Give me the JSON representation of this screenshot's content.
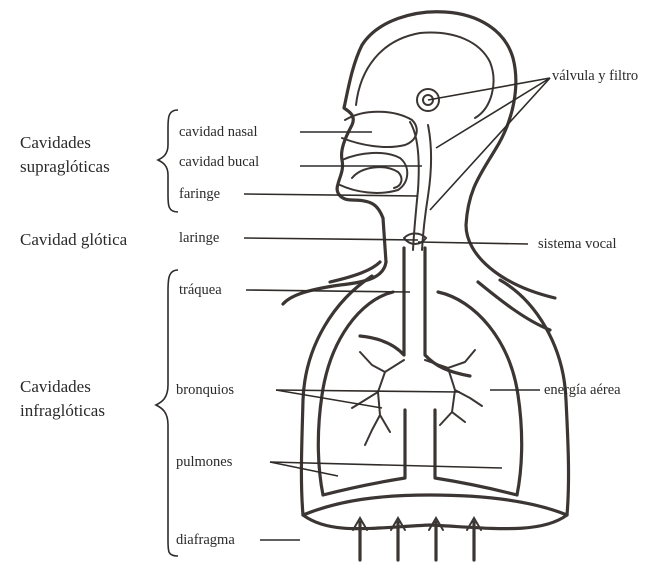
{
  "groups": {
    "supra_line1": "Cavidades",
    "supra_line2": "supraglóticas",
    "glotica": "Cavidad glótica",
    "infra_line1": "Cavidades",
    "infra_line2": "infraglóticas"
  },
  "labels": {
    "cavidad_nasal": "cavidad nasal",
    "cavidad_bucal": "cavidad bucal",
    "faringe": "faringe",
    "laringe": "laringe",
    "traquea": "tráquea",
    "bronquios": "bronquios",
    "pulmones": "pulmones",
    "diafragma": "diafragma",
    "valvula": "válvula y filtro",
    "sistema_vocal": "sistema vocal",
    "energia_aerea": "energía aérea"
  }
}
